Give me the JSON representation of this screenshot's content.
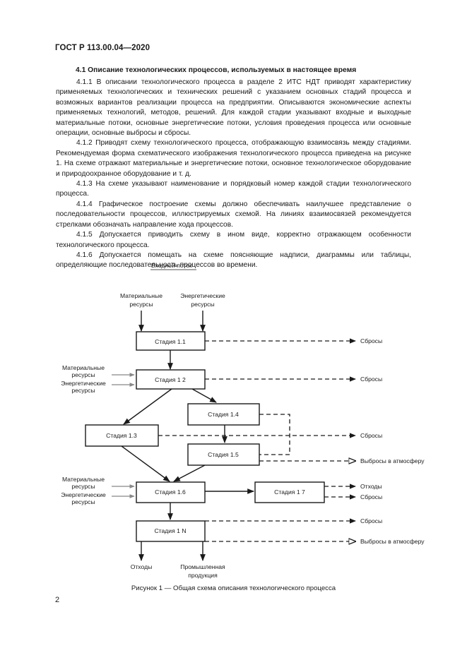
{
  "header": {
    "doc_code": "ГОСТ Р 113.00.04—2020"
  },
  "section": {
    "title": "4.1  Описание технологических процессов, используемых в настоящее время"
  },
  "paragraphs": [
    "4.1.1 В описании технологического процесса в разделе 2 ИТС НДТ приводят характеристику применяемых технологических и технических решений с указанием основных стадий процесса и возможных вариантов реализации процесса на предприятии. Описываются экономические аспекты применяемых технологий, методов, решений. Для каждой стадии указывают входные и выходные материальные потоки, основные энергетические потоки, условия проведения процесса или основные операции, основные выбросы и сбросы.",
    "4.1.2 Приводят схему технологического процесса, отображающую взаимосвязь между стадиями. Рекомендуемая форма схематического изображения технологического процесса приведена на рисунке 1. На схеме отражают материальные и энергетические потоки, основное технологическое оборудование и природоохранное оборудование и т. д.",
    "4.1.3 На схеме указывают наименование и порядковый номер каждой стадии технологического процесса.",
    "4.1.4 Графическое построение схемы должно обеспечивать наилучшее представление о последовательности процессов, иллюстрируемых схемой. На линиях взаимосвязей рекомендуется стрелками обозначать направление хода процессов.",
    "4.1.5 Допускается приводить схему в ином виде, корректно отражающем особенности технологического процесса.",
    "4.1.6 Допускается помещать на схеме поясняющие надписи, диаграммы или таблицы, определяющие последовательность процессов во времени."
  ],
  "figure": {
    "input_flow": "Входной поток",
    "material_resources": [
      "Материальные",
      "ресурсы"
    ],
    "energy_resources": [
      "Энергетические",
      "ресурсы"
    ],
    "stages": {
      "s1_1": "Стадия 1.1",
      "s1_2": "Стадия 1 2",
      "s1_3": "Стадия 1.3",
      "s1_4": "Стадия 1.4",
      "s1_5": "Стадия 1.5",
      "s1_6": "Стадия 1.6",
      "s1_7": "Стадия 1 7",
      "s1_n": "Стадия 1 N"
    },
    "discharges": "Сбросы",
    "emissions": "Выбросы в атмосферу",
    "waste": "Отходы",
    "industrial_products": [
      "Промышленная",
      "продукция"
    ],
    "caption": "Рисунок 1 — Общая схема описания технологического процесса"
  },
  "page_number": "2"
}
